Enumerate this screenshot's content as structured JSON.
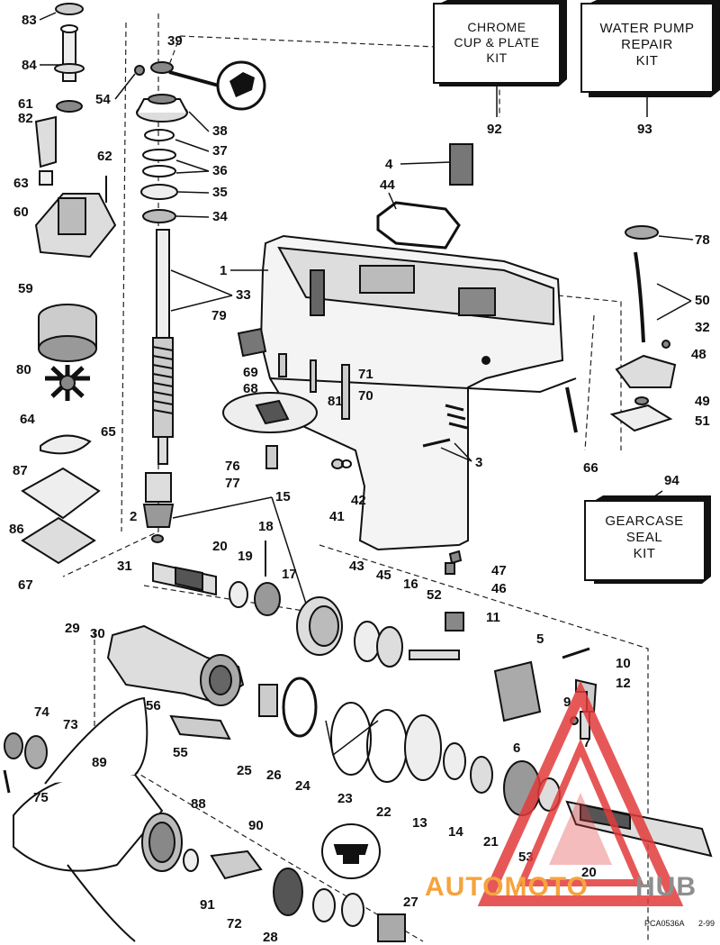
{
  "kits": {
    "chrome": [
      "CHROME",
      "CUP & PLATE",
      "KIT"
    ],
    "water_pump": [
      "WATER PUMP",
      "REPAIR",
      "KIT"
    ],
    "gearcase": [
      "GEARCASE",
      "SEAL",
      "KIT"
    ]
  },
  "kit_numbers": {
    "chrome": "92",
    "water_pump": "93",
    "gearcase": "94"
  },
  "labels": {
    "l83": "83",
    "l84": "84",
    "l39": "39",
    "l54": "54",
    "l61": "61",
    "l82": "82",
    "l38": "38",
    "l37": "37",
    "l36": "36",
    "l35": "35",
    "l34": "34",
    "l62": "62",
    "l63": "63",
    "l60": "60",
    "l59": "59",
    "l4": "4",
    "l44": "44",
    "l78": "78",
    "l1": "1",
    "l33": "33",
    "l50": "50",
    "l32": "32",
    "l79": "79",
    "l69": "69",
    "l68": "68",
    "l71": "71",
    "l70": "70",
    "l81": "81",
    "l80": "80",
    "l48": "48",
    "l64": "64",
    "l65": "65",
    "l49": "49",
    "l51": "51",
    "l3": "3",
    "l87": "87",
    "l76": "76",
    "l77": "77",
    "l66": "66",
    "l2": "2",
    "l42": "42",
    "l41": "41",
    "l86": "86",
    "l15": "15",
    "l18": "18",
    "l20a": "20",
    "l19": "19",
    "l17": "17",
    "l31": "31",
    "l67": "67",
    "l43": "43",
    "l45": "45",
    "l16": "16",
    "l52": "52",
    "l47": "47",
    "l46": "46",
    "l11": "11",
    "l29": "29",
    "l30": "30",
    "l5": "5",
    "l10": "10",
    "l12": "12",
    "l9": "9",
    "l56": "56",
    "l74": "74",
    "l73": "73",
    "l7": "7",
    "l6": "6",
    "l55": "55",
    "l25": "25",
    "l26": "26",
    "l24": "24",
    "l23": "23",
    "l22": "22",
    "l13": "13",
    "l14": "14",
    "l89": "89",
    "l75": "75",
    "l88": "88",
    "l90": "90",
    "l21": "21",
    "l53": "53",
    "l20b": "20",
    "l91": "91",
    "l72": "72",
    "l28": "28",
    "l27": "27"
  },
  "footnote": {
    "code": "PCA0536A",
    "date": "2-99"
  },
  "watermark": {
    "part1": "AUTOMOTO",
    "part2": "HUB"
  },
  "colors": {
    "watermark_red": "#e23b3b",
    "watermark_orange": "#f6a33c",
    "watermark_gray": "#8e8e8e"
  }
}
